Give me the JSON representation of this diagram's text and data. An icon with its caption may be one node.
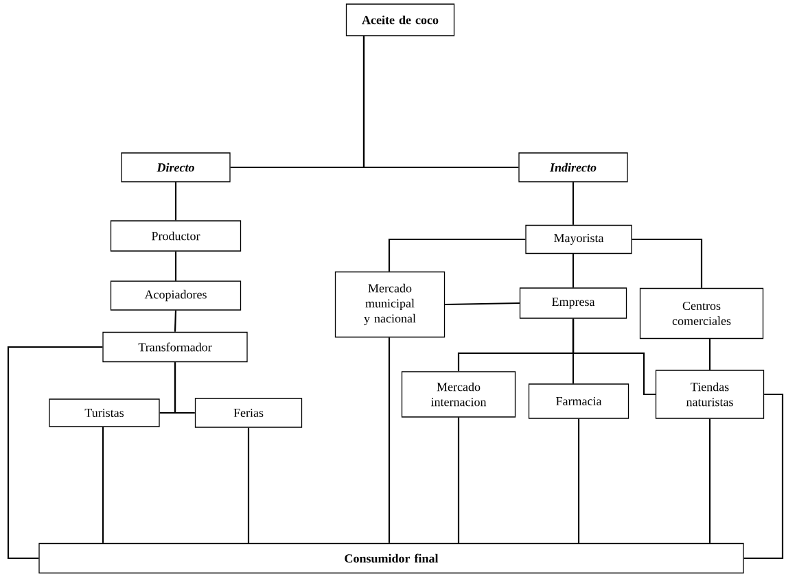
{
  "diagram": {
    "nodes": [
      {
        "text": [
          "Aceite de coco"
        ]
      },
      {
        "text": [
          "Directo"
        ]
      },
      {
        "text": [
          "Indirecto"
        ]
      },
      {
        "text": [
          "Productor"
        ]
      },
      {
        "text": [
          "Acopiadores"
        ]
      },
      {
        "text": [
          "Transformador"
        ]
      },
      {
        "text": [
          "Turistas"
        ]
      },
      {
        "text": [
          "Ferias"
        ]
      },
      {
        "text": [
          "Mayorista"
        ]
      },
      {
        "text": [
          "Mercado municipal y nacional"
        ]
      },
      {
        "text": [
          "Empresa"
        ]
      },
      {
        "text": [
          "Centros comerciales"
        ]
      },
      {
        "text": [
          "Mercado internacion"
        ]
      },
      {
        "text": [
          "Farmacia"
        ]
      },
      {
        "text": [
          "Tiendas naturistas"
        ]
      },
      {
        "text": [
          "Consumidor final"
        ]
      }
    ],
    "edges": [
      {
        "from": 0,
        "to": 1,
        "arrow": "none"
      },
      {
        "from": 0,
        "to": 2,
        "arrow": "none"
      },
      {
        "from": 1,
        "to": 3,
        "arrow": "none"
      },
      {
        "from": 3,
        "to": 4,
        "arrow": "none"
      },
      {
        "from": 4,
        "to": 5,
        "arrow": "none"
      },
      {
        "from": 5,
        "to": 6,
        "arrow": "none"
      },
      {
        "from": 5,
        "to": 7,
        "arrow": "none"
      },
      {
        "from": 5,
        "to": 15,
        "arrow": "none"
      },
      {
        "from": 6,
        "to": 15,
        "arrow": "none"
      },
      {
        "from": 7,
        "to": 15,
        "arrow": "none"
      },
      {
        "from": 2,
        "to": 8,
        "arrow": "none"
      },
      {
        "from": 8,
        "to": 9,
        "arrow": "none"
      },
      {
        "from": 8,
        "to": 10,
        "arrow": "none"
      },
      {
        "from": 8,
        "to": 11,
        "arrow": "none"
      },
      {
        "from": 9,
        "to": 10,
        "arrow": "none"
      },
      {
        "from": 10,
        "to": 12,
        "arrow": "none"
      },
      {
        "from": 10,
        "to": 13,
        "arrow": "none"
      },
      {
        "from": 10,
        "to": 14,
        "arrow": "none"
      },
      {
        "from": 11,
        "to": 14,
        "arrow": "none"
      },
      {
        "from": 14,
        "to": 15,
        "arrow": "none"
      },
      {
        "from": 9,
        "to": 15,
        "arrow": "none"
      },
      {
        "from": 12,
        "to": 15,
        "arrow": "none"
      },
      {
        "from": 13,
        "to": 15,
        "arrow": "none"
      },
      {
        "from": 14,
        "to": 15,
        "arrow": "none"
      }
    ]
  }
}
